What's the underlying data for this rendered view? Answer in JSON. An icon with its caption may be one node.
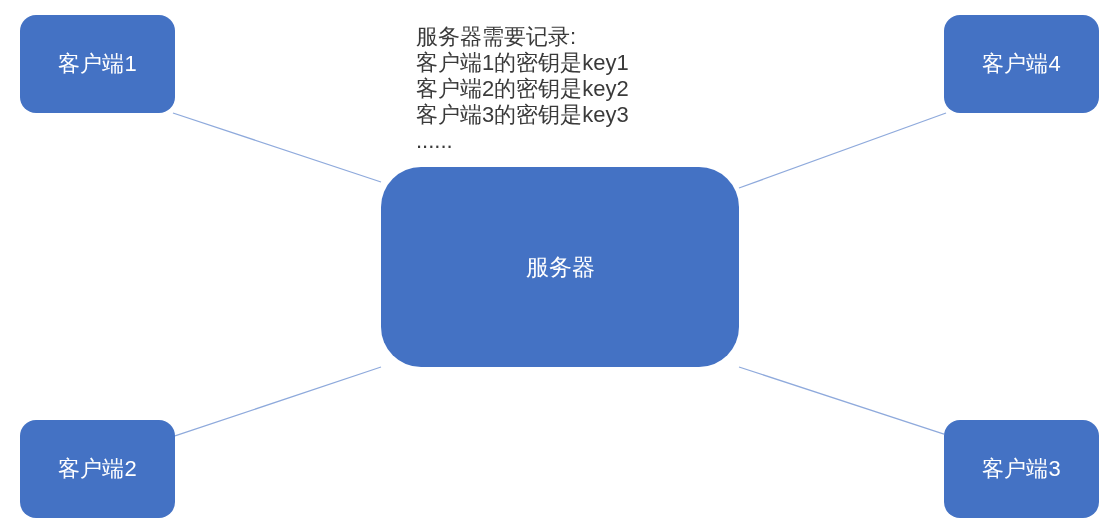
{
  "diagram": {
    "nodes": [
      {
        "text": [
          "客户端1"
        ]
      },
      {
        "text": [
          "客户端4"
        ]
      },
      {
        "text": [
          "服务器"
        ]
      },
      {
        "text": [
          "客户端2"
        ]
      },
      {
        "text": [
          "客户端3"
        ]
      }
    ],
    "edges": [
      {
        "from": 0,
        "to": 2,
        "arrow": "none"
      },
      {
        "from": 1,
        "to": 2,
        "arrow": "none"
      },
      {
        "from": 3,
        "to": 2,
        "arrow": "none"
      },
      {
        "from": 4,
        "to": 2,
        "arrow": "none"
      }
    ],
    "labels": [
      "服务器需要记录:",
      "客户端1的密钥是key1",
      "客户端2的密钥是key2",
      "客户端3的密钥是key3",
      "......"
    ]
  }
}
